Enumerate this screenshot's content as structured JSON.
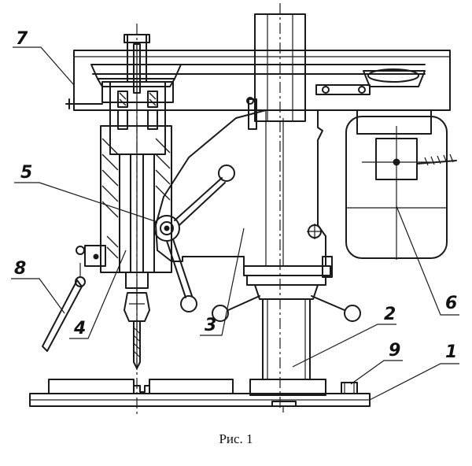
{
  "labels": {
    "l1": "1",
    "l2": "2",
    "l3": "3",
    "l4": "4",
    "l5": "5",
    "l6": "6",
    "l7": "7",
    "l8": "8",
    "l9": "9"
  },
  "caption": "Рис. 1"
}
